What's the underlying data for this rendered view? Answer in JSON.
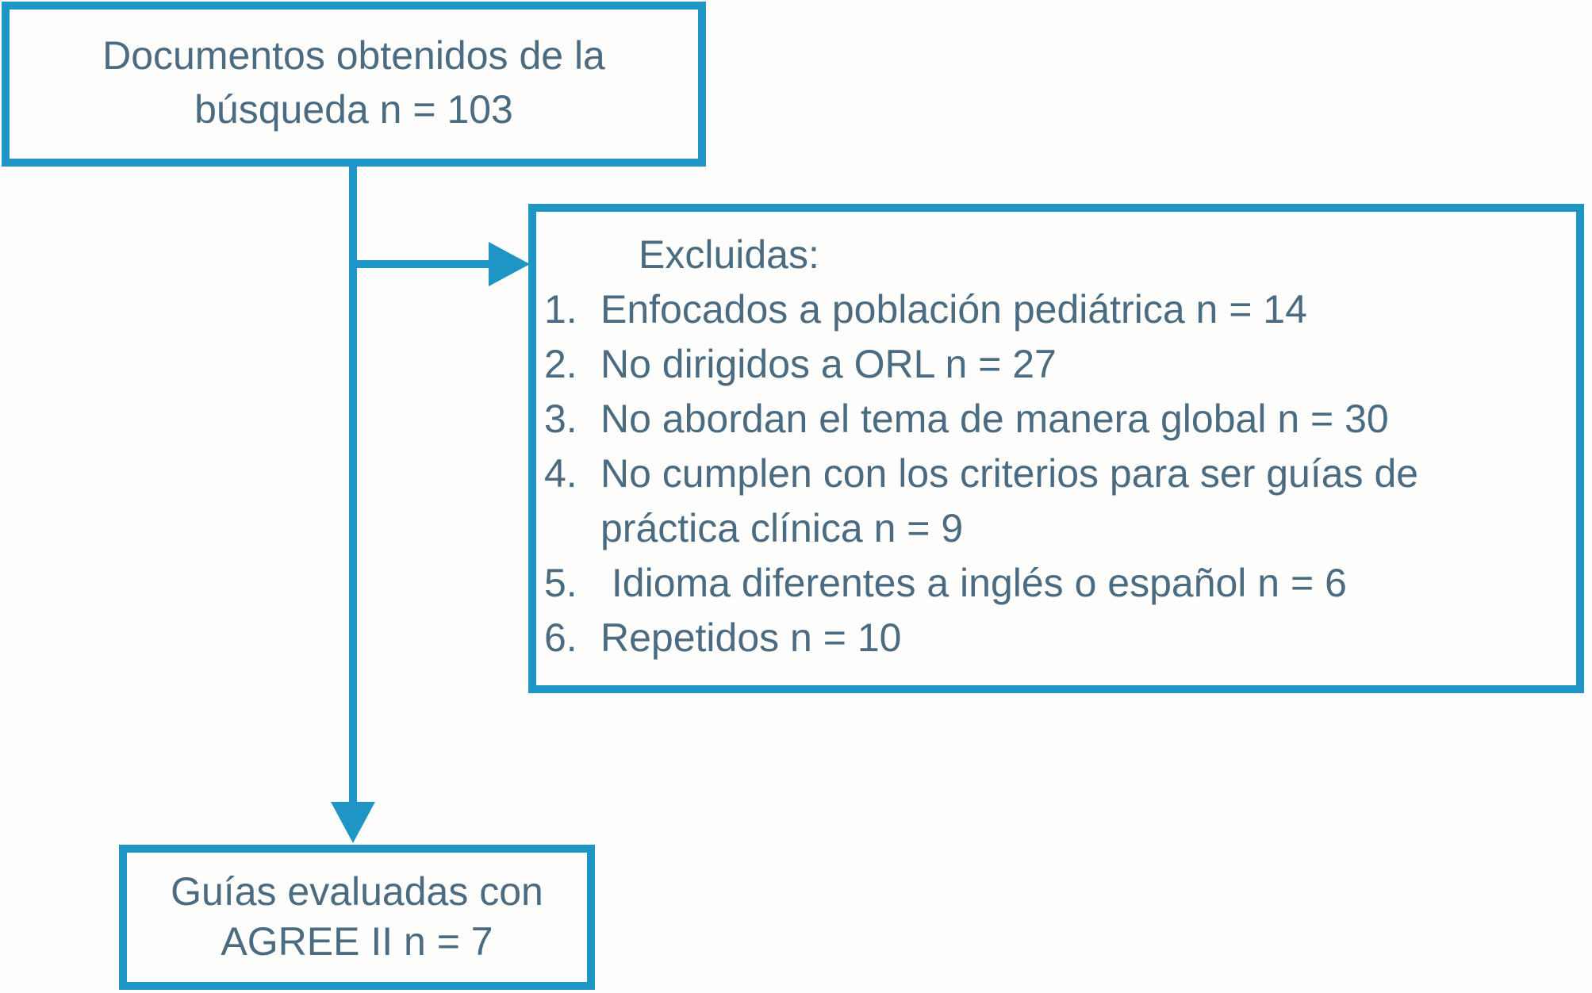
{
  "colors": {
    "accent": "#1e95c5",
    "text_color": "#4b6b80",
    "background": "#fdfdfc"
  },
  "flowchart": {
    "source_box": {
      "text": "Documentos obtenidos de la búsqueda n = 103"
    },
    "excluded_box": {
      "heading": "Excluidas:",
      "items": [
        {
          "number": "1.",
          "text": "Enfocados a población pediátrica n = 14"
        },
        {
          "number": "2.",
          "text": "No dirigidos a ORL n = 27"
        },
        {
          "number": "3.",
          "text": "No abordan el tema de manera global n = 30"
        },
        {
          "number": "4.",
          "text": "No cumplen con los criterios para ser guías de práctica clínica n = 9"
        },
        {
          "number": "5.",
          "text": " Idioma diferentes a inglés o español n = 6"
        },
        {
          "number": "6.",
          "text": "Repetidos n = 10"
        }
      ]
    },
    "result_box": {
      "text": "Guías evaluadas con AGREE II n = 7"
    }
  }
}
